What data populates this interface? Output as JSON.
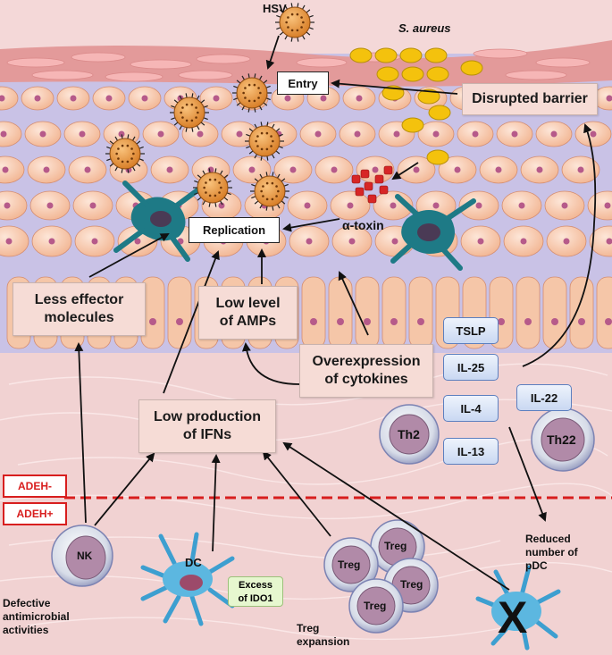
{
  "pathogens": {
    "hsv": "HSV",
    "s_aureus": "S. aureus",
    "alpha_toxin": "α-toxin"
  },
  "boxes": {
    "entry": "Entry",
    "replication": "Replication",
    "disrupted_barrier": "Disrupted barrier",
    "less_effector": [
      "Less effector",
      "molecules"
    ],
    "low_amps": [
      "Low level",
      "of AMPs"
    ],
    "overexpression": [
      "Overexpression",
      "of cytokines"
    ],
    "low_ifn": [
      "Low production",
      "of IFNs"
    ]
  },
  "cytokines": {
    "tslp": "TSLP",
    "il25": "IL-25",
    "il4": "IL-4",
    "il13": "IL-13",
    "il22": "IL-22"
  },
  "cells": {
    "th2": "Th2",
    "th22": "Th22",
    "nk": "NK",
    "dc": "DC",
    "treg": "Treg",
    "x_mark": "X"
  },
  "labels": {
    "adeh_minus": "ADEH-",
    "adeh_plus": "ADEH+",
    "excess_ido1": [
      "Excess",
      "of IDO1"
    ],
    "defective": [
      "Defective",
      "antimicrobial",
      "activities"
    ],
    "treg_expansion": [
      "Treg",
      "expansion"
    ],
    "reduced_pdc": [
      "Reduced",
      "number of",
      "pDC"
    ]
  },
  "colors": {
    "dashed_line": "#d81e1e",
    "cytokine_border": "#5c7fbf",
    "virus": "#e89a3c",
    "bacteria": "#f0c419"
  }
}
